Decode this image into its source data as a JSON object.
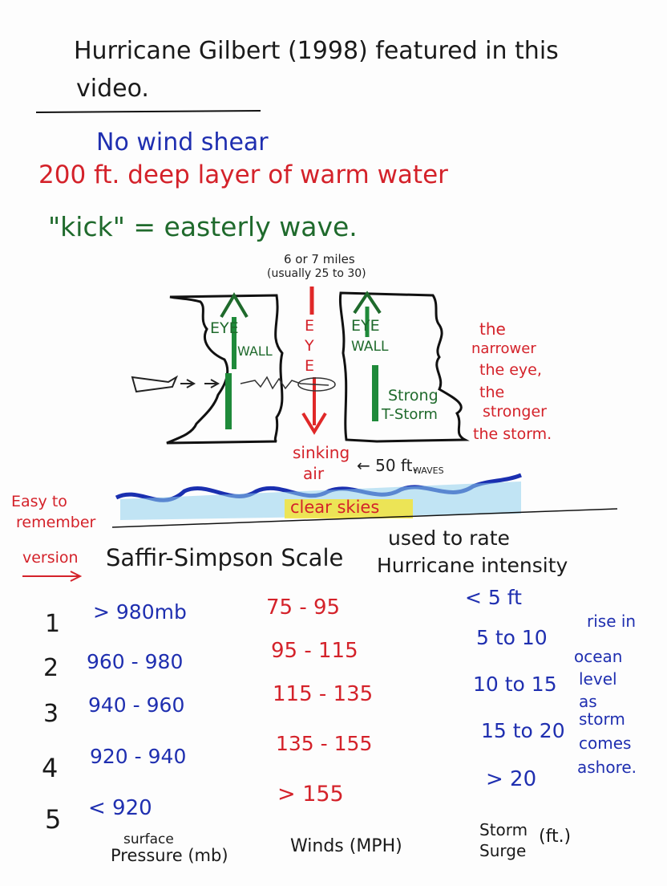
{
  "header": {
    "title_line1": "Hurricane Gilbert (1998) featured in this",
    "title_line2": "video."
  },
  "conditions": {
    "line1": "No wind shear",
    "line2": "200 ft. deep layer of warm water",
    "line3": "\"kick\" = easterly wave."
  },
  "diagram": {
    "eye_width": "6 or 7 miles",
    "eye_width_usual": "(usually 25 to 30)",
    "eyewall_left": [
      "EYE",
      "WALL"
    ],
    "eye_letters": [
      "E",
      "Y",
      "E"
    ],
    "eyewall_right": [
      "EYE",
      "WALL"
    ],
    "strong_storm": [
      "Strong",
      "T-Storm"
    ],
    "note": [
      "the",
      "narrower",
      "the eye,",
      "the",
      "stronger",
      "the storm."
    ],
    "sinking": [
      "sinking",
      "air"
    ],
    "waves": "← 50 ft.",
    "waves_word": "WAVES",
    "clear_skies": "clear skies"
  },
  "scale": {
    "side_note": [
      "Easy to",
      "remember",
      "version"
    ],
    "title": "Saffir-Simpson Scale",
    "subtitle": [
      "used to rate",
      "Hurricane intensity"
    ],
    "categories": [
      "1",
      "2",
      "3",
      "4",
      "5"
    ],
    "pressure": [
      "> 980mb",
      "960 - 980",
      "940 - 960",
      "920 - 940",
      "< 920"
    ],
    "winds": [
      "75 - 95",
      "95 - 115",
      "115 - 135",
      "135 - 155",
      "> 155"
    ],
    "surge": [
      "< 5 ft",
      "5 to 10",
      "10 to 15",
      "15 to 20",
      "> 20"
    ],
    "surge_note": [
      "rise in",
      "ocean",
      "level",
      "as",
      "storm",
      "comes",
      "ashore."
    ],
    "footer": {
      "pressure_label": [
        "surface",
        "Pressure (mb)"
      ],
      "winds_label": "Winds (MPH)",
      "surge_label": [
        "Storm",
        "Surge",
        "(ft.)"
      ]
    }
  },
  "colors": {
    "ink_black": "#1a1a1a",
    "ink_blue": "#1f2fb0",
    "ink_red": "#d4222a",
    "ink_green": "#1f6a2c",
    "ocean": "#2f7fd0",
    "highlight": "#f3e43a"
  }
}
